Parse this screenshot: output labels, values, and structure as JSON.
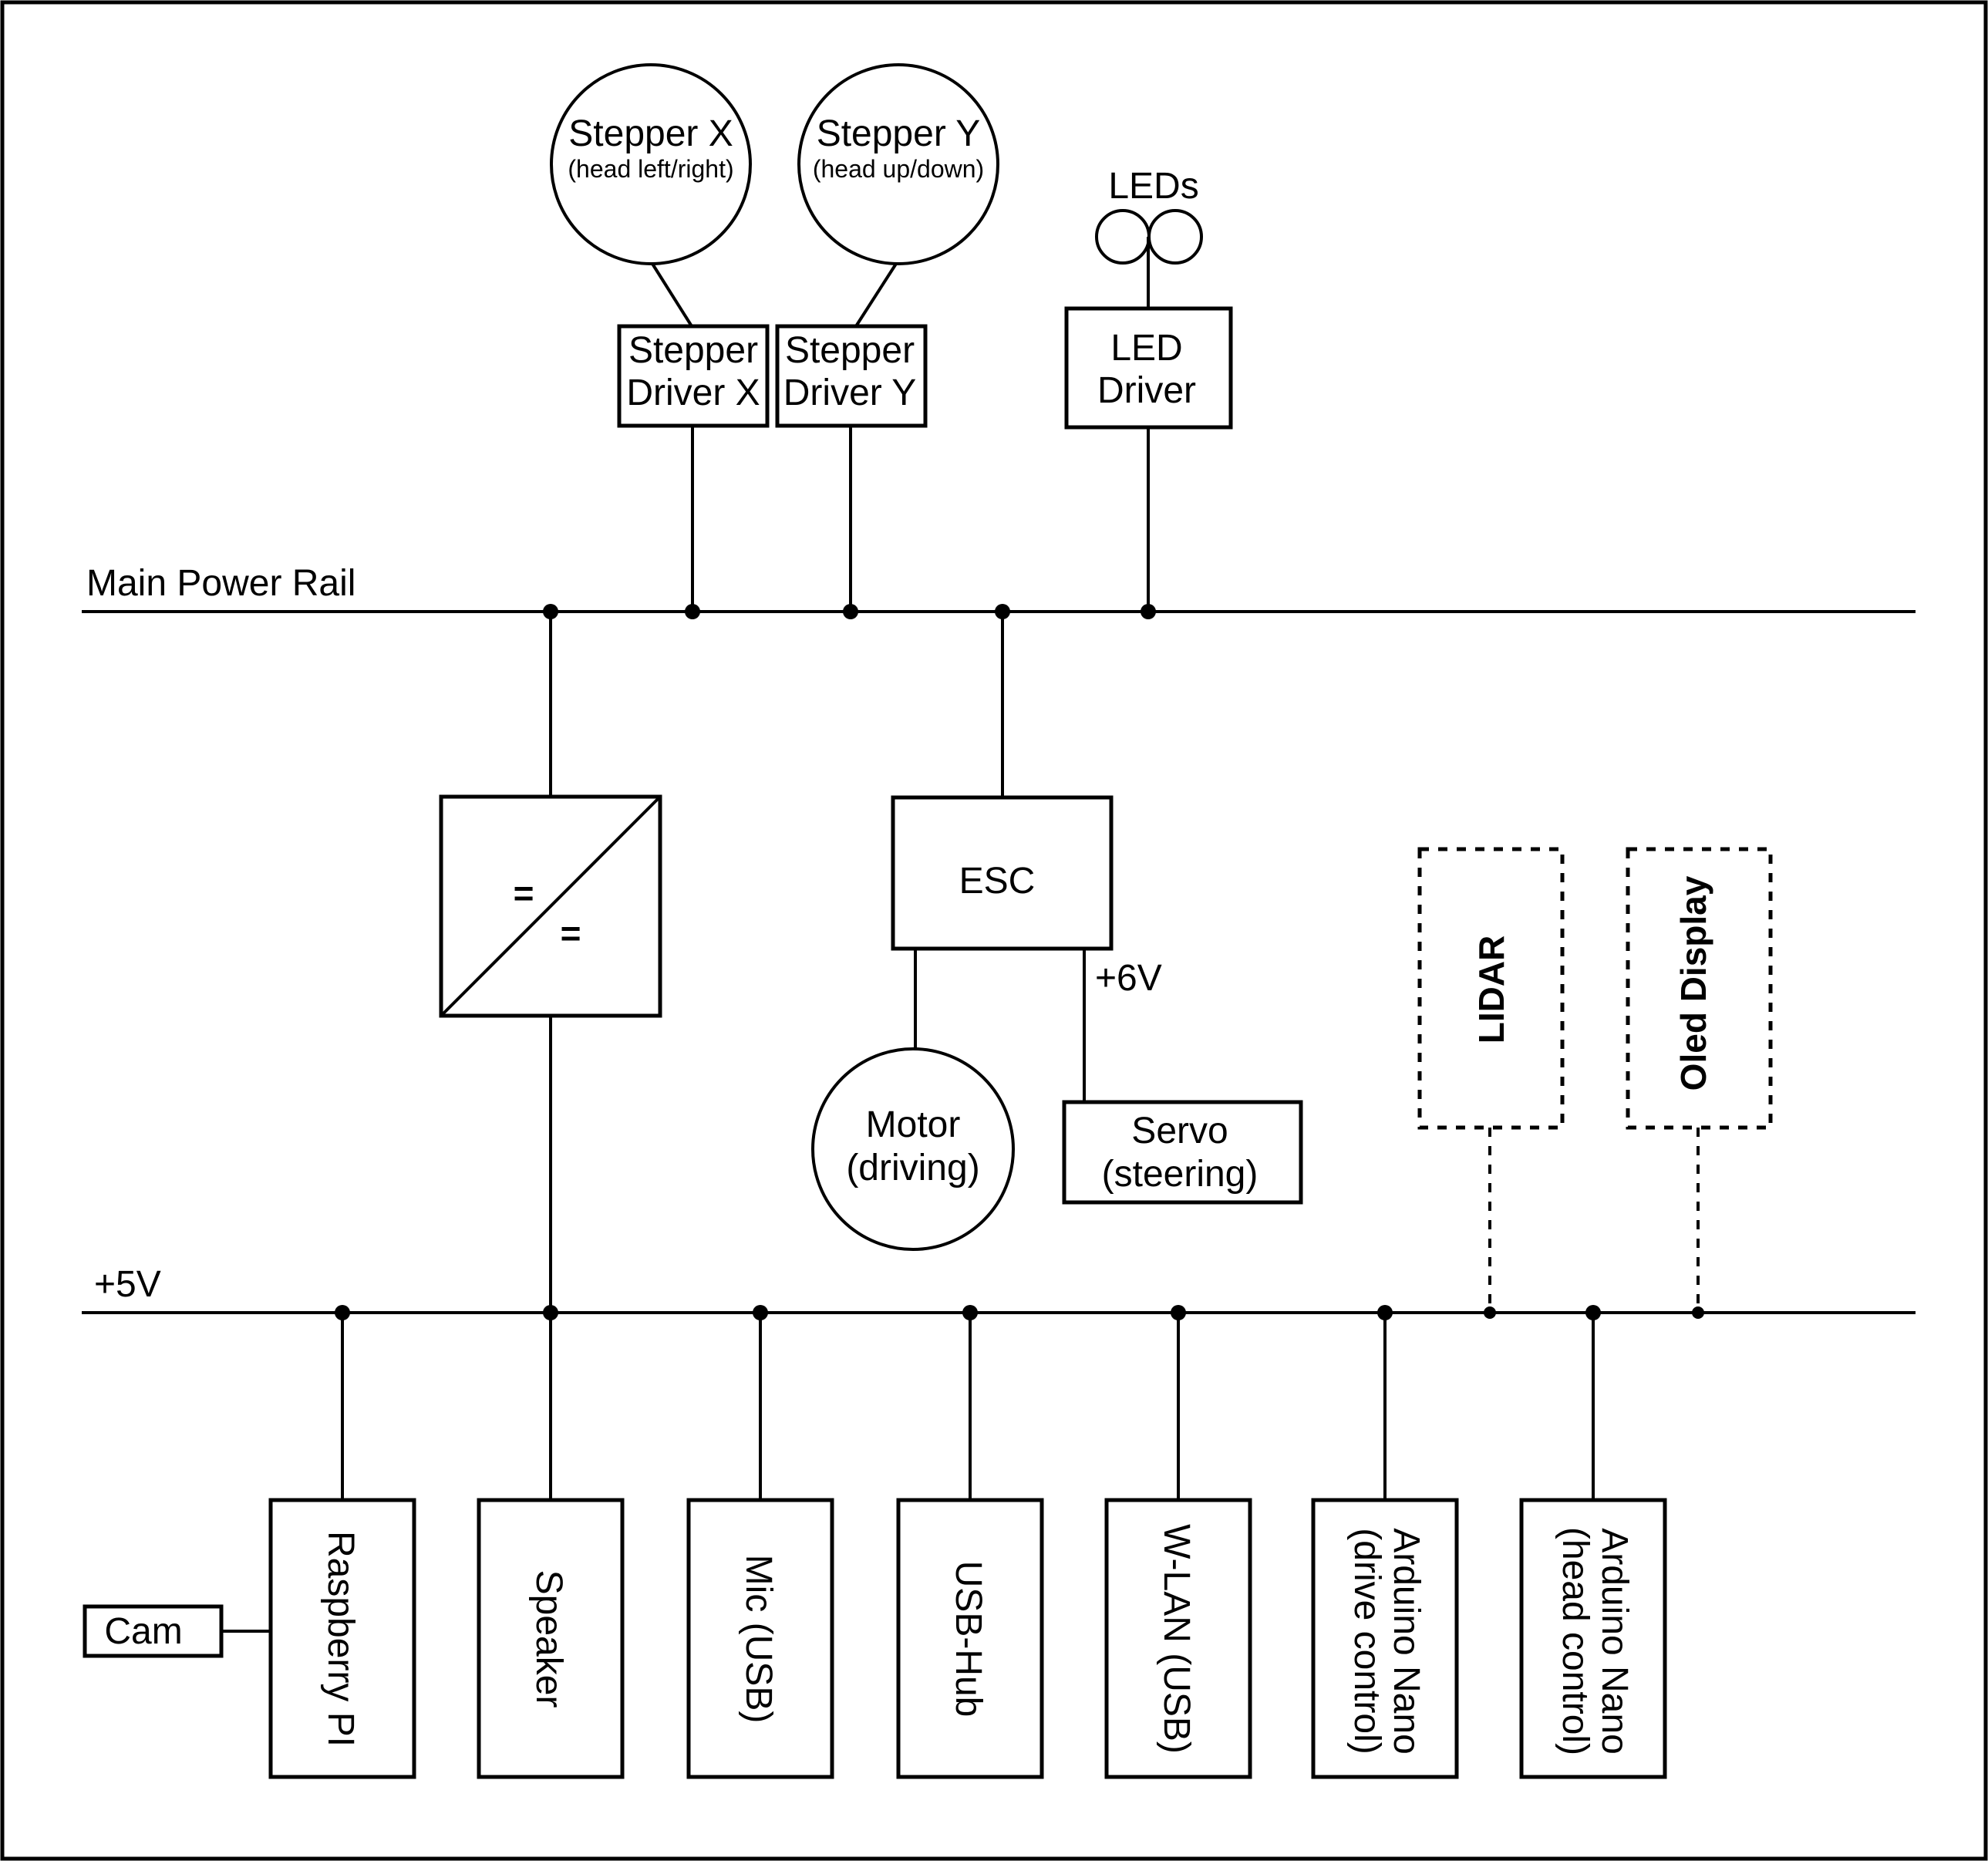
{
  "rails": {
    "main": "Main Power Rail",
    "five_volt": "+5V"
  },
  "top": {
    "stepper_x": {
      "title": "Stepper X",
      "subtitle": "(head left/right)"
    },
    "stepper_y": {
      "title": "Stepper Y",
      "subtitle": "(head up/down)"
    },
    "driver_x": {
      "line1": "Stepper",
      "line2": "Driver X"
    },
    "driver_y": {
      "line1": "Stepper",
      "line2": "Driver Y"
    },
    "leds": "LEDs",
    "led_driver": {
      "line1": "LED",
      "line2": "Driver"
    }
  },
  "middle": {
    "converter_symbol": "=",
    "esc": "ESC",
    "six_volt": "+6V",
    "motor": {
      "line1": "Motor",
      "line2": "(driving)"
    },
    "servo": {
      "line1": "Servo",
      "line2": "(steering)"
    },
    "lidar": "LIDAR",
    "oled": "Oled Display"
  },
  "bottom": {
    "cam": "Cam",
    "raspberry": "Raspberry PI",
    "speaker": "Speaker",
    "mic": "Mic (USB)",
    "usb_hub": "USB-Hub",
    "wlan": "W-LAN (USB)",
    "arduino_drive": {
      "line1": "Arduino Nano",
      "line2": "(drive control)"
    },
    "arduino_head": {
      "line1": "Arduino Nano",
      "line2": "(head control)"
    }
  }
}
